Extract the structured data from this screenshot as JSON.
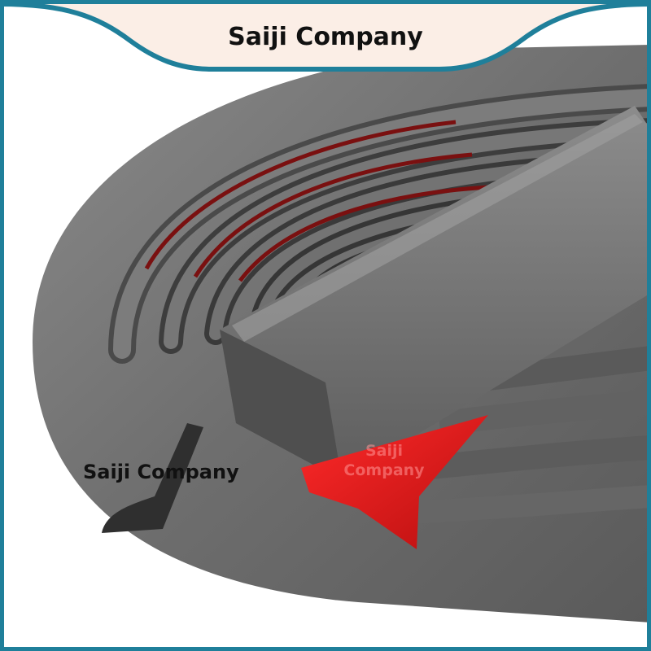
{
  "banner": {
    "title": "Saiji Company"
  },
  "caption": {
    "text": "Saiji Company"
  },
  "watermark": {
    "line1": "Saiji",
    "line2": "Company"
  },
  "colors": {
    "border": "#1f7f9a",
    "banner_bg": "#fbeee6",
    "rubber": "#6b6b6b",
    "adhesive_tape": "#e01818"
  }
}
